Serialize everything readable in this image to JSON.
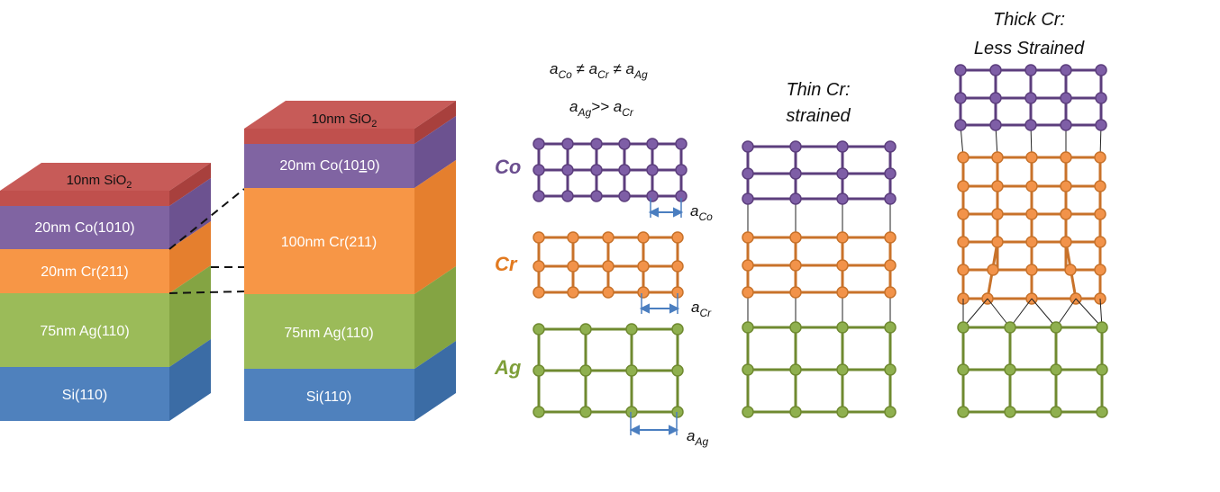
{
  "colors": {
    "sio2": "#c0504d",
    "sio2_top": "#c55a57",
    "sio2_side": "#a43f3c",
    "co": "#8064a2",
    "co_side": "#6b5189",
    "cr": "#f79646",
    "cr_side": "#e07c2c",
    "ag": "#9bbb59",
    "ag_side": "#82a040",
    "si": "#4f81bd",
    "si_side": "#3a6aa3",
    "co_lattice": "#5c3e7d",
    "co_atom": "#7e5ea6",
    "cr_lattice": "#c8722a",
    "cr_atom": "#f2934a",
    "ag_lattice": "#6f8a30",
    "ag_atom": "#8fb04f",
    "arrow": "#4a7ec0",
    "label_co": "#6b4e8f",
    "label_cr": "#e27a20",
    "label_ag": "#7f9f3a"
  },
  "stack_thin": {
    "sio2": "10nm SiO",
    "sio2_sub": "2",
    "co": "20nm Co(1010)",
    "cr": "20nm Cr(211)",
    "ag": "75nm Ag(110)",
    "si": "Si(110)"
  },
  "stack_thick": {
    "sio2": "10nm SiO",
    "sio2_sub": "2",
    "co_pre": "20nm Co(10",
    "co_under": "1",
    "co_post": "0)",
    "cr": "100nm Cr(211)",
    "ag": "75nm Ag(110)",
    "si": "Si(110)"
  },
  "lattice": {
    "inequality": {
      "a1": "a",
      "s1": "Co",
      "ne1": " ≠ ",
      "a2": "a",
      "s2": "Cr",
      "ne2": " ≠ ",
      "a3": "a",
      "s3": "Ag"
    },
    "relation": {
      "a1": "a",
      "s1": "Ag",
      "op": ">> ",
      "a2": "a",
      "s2": "Cr"
    },
    "labels": {
      "co": "Co",
      "cr": "Cr",
      "ag": "Ag"
    },
    "spacing": {
      "co": {
        "a": "a",
        "sub": "Co"
      },
      "cr": {
        "a": "a",
        "sub": "Cr"
      },
      "ag": {
        "a": "a",
        "sub": "Ag"
      }
    }
  },
  "thin_cr": {
    "title_line1": "Thin Cr:",
    "title_line2": "strained"
  },
  "thick_cr": {
    "title_line1": "Thick Cr:",
    "title_line2": "Less Strained"
  }
}
